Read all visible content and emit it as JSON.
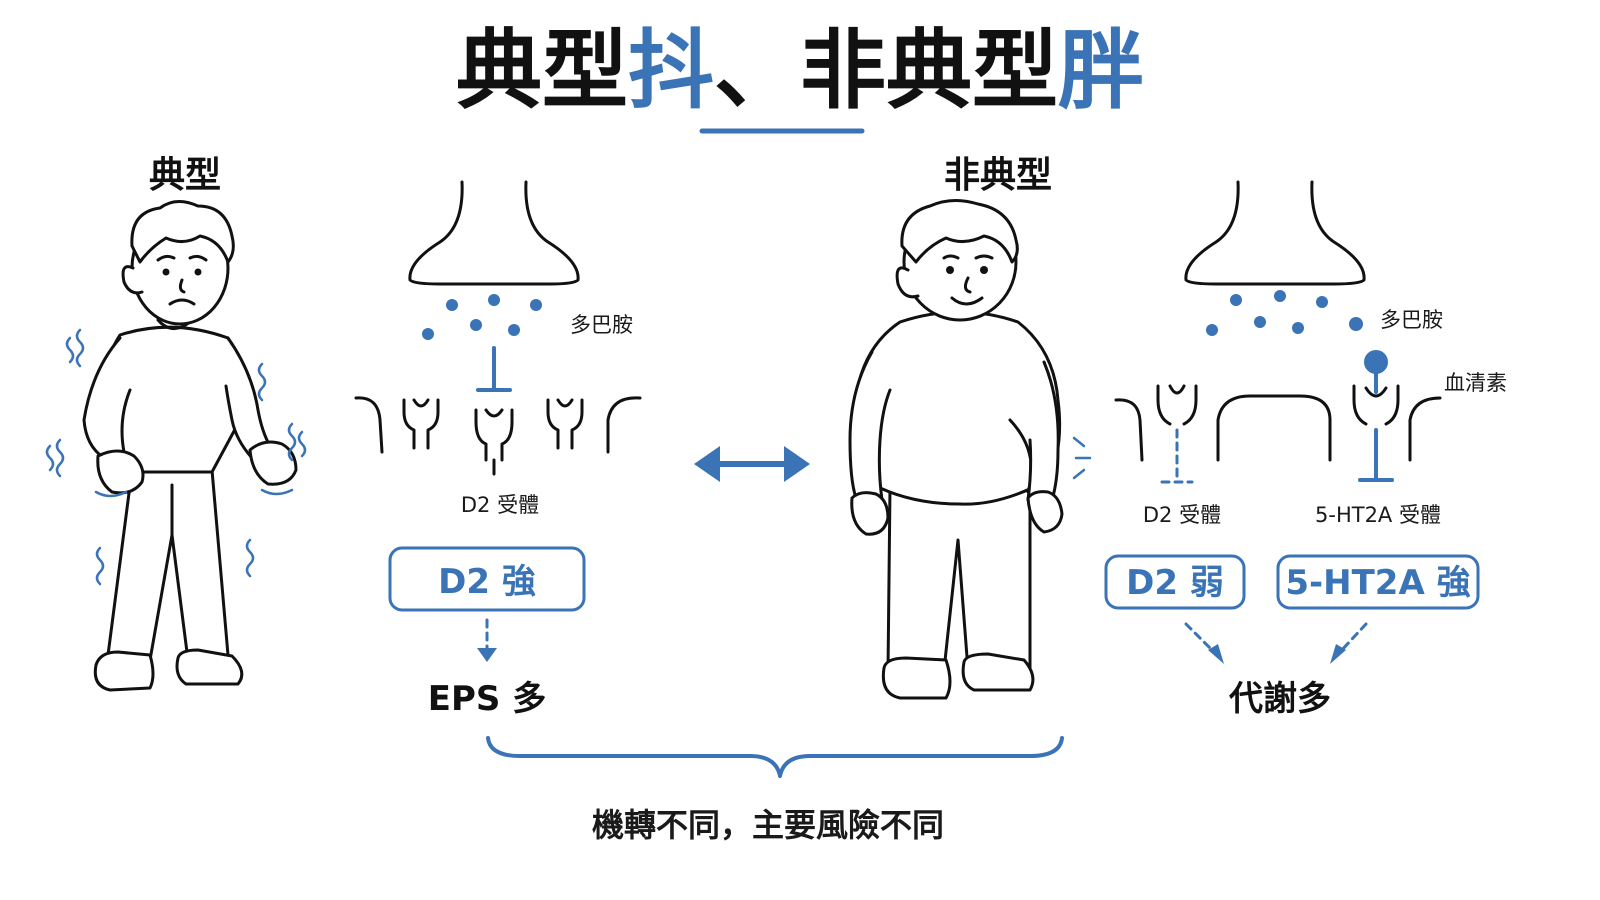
{
  "title": {
    "part1": "典型",
    "part2": "抖",
    "part3": "、",
    "part4": "非典型",
    "part5": "胖"
  },
  "left": {
    "heading": "典型",
    "dopamine_label": "多巴胺",
    "receptor_label": "D2 受體",
    "box_label": "D2 強",
    "result": "EPS 多"
  },
  "right": {
    "heading": "非典型",
    "dopamine_label": "多巴胺",
    "serotonin_label": "血清素",
    "receptor_d2_label": "D2 受體",
    "receptor_5ht_label": "5-HT2A 受體",
    "box_d2_label": "D2 弱",
    "box_5ht_label": "5-HT2A 強",
    "result": "代謝多"
  },
  "footer": {
    "caption": "機轉不同，主要風險不同"
  },
  "colors": {
    "accent": "#3a73b6",
    "ink": "#111111"
  }
}
